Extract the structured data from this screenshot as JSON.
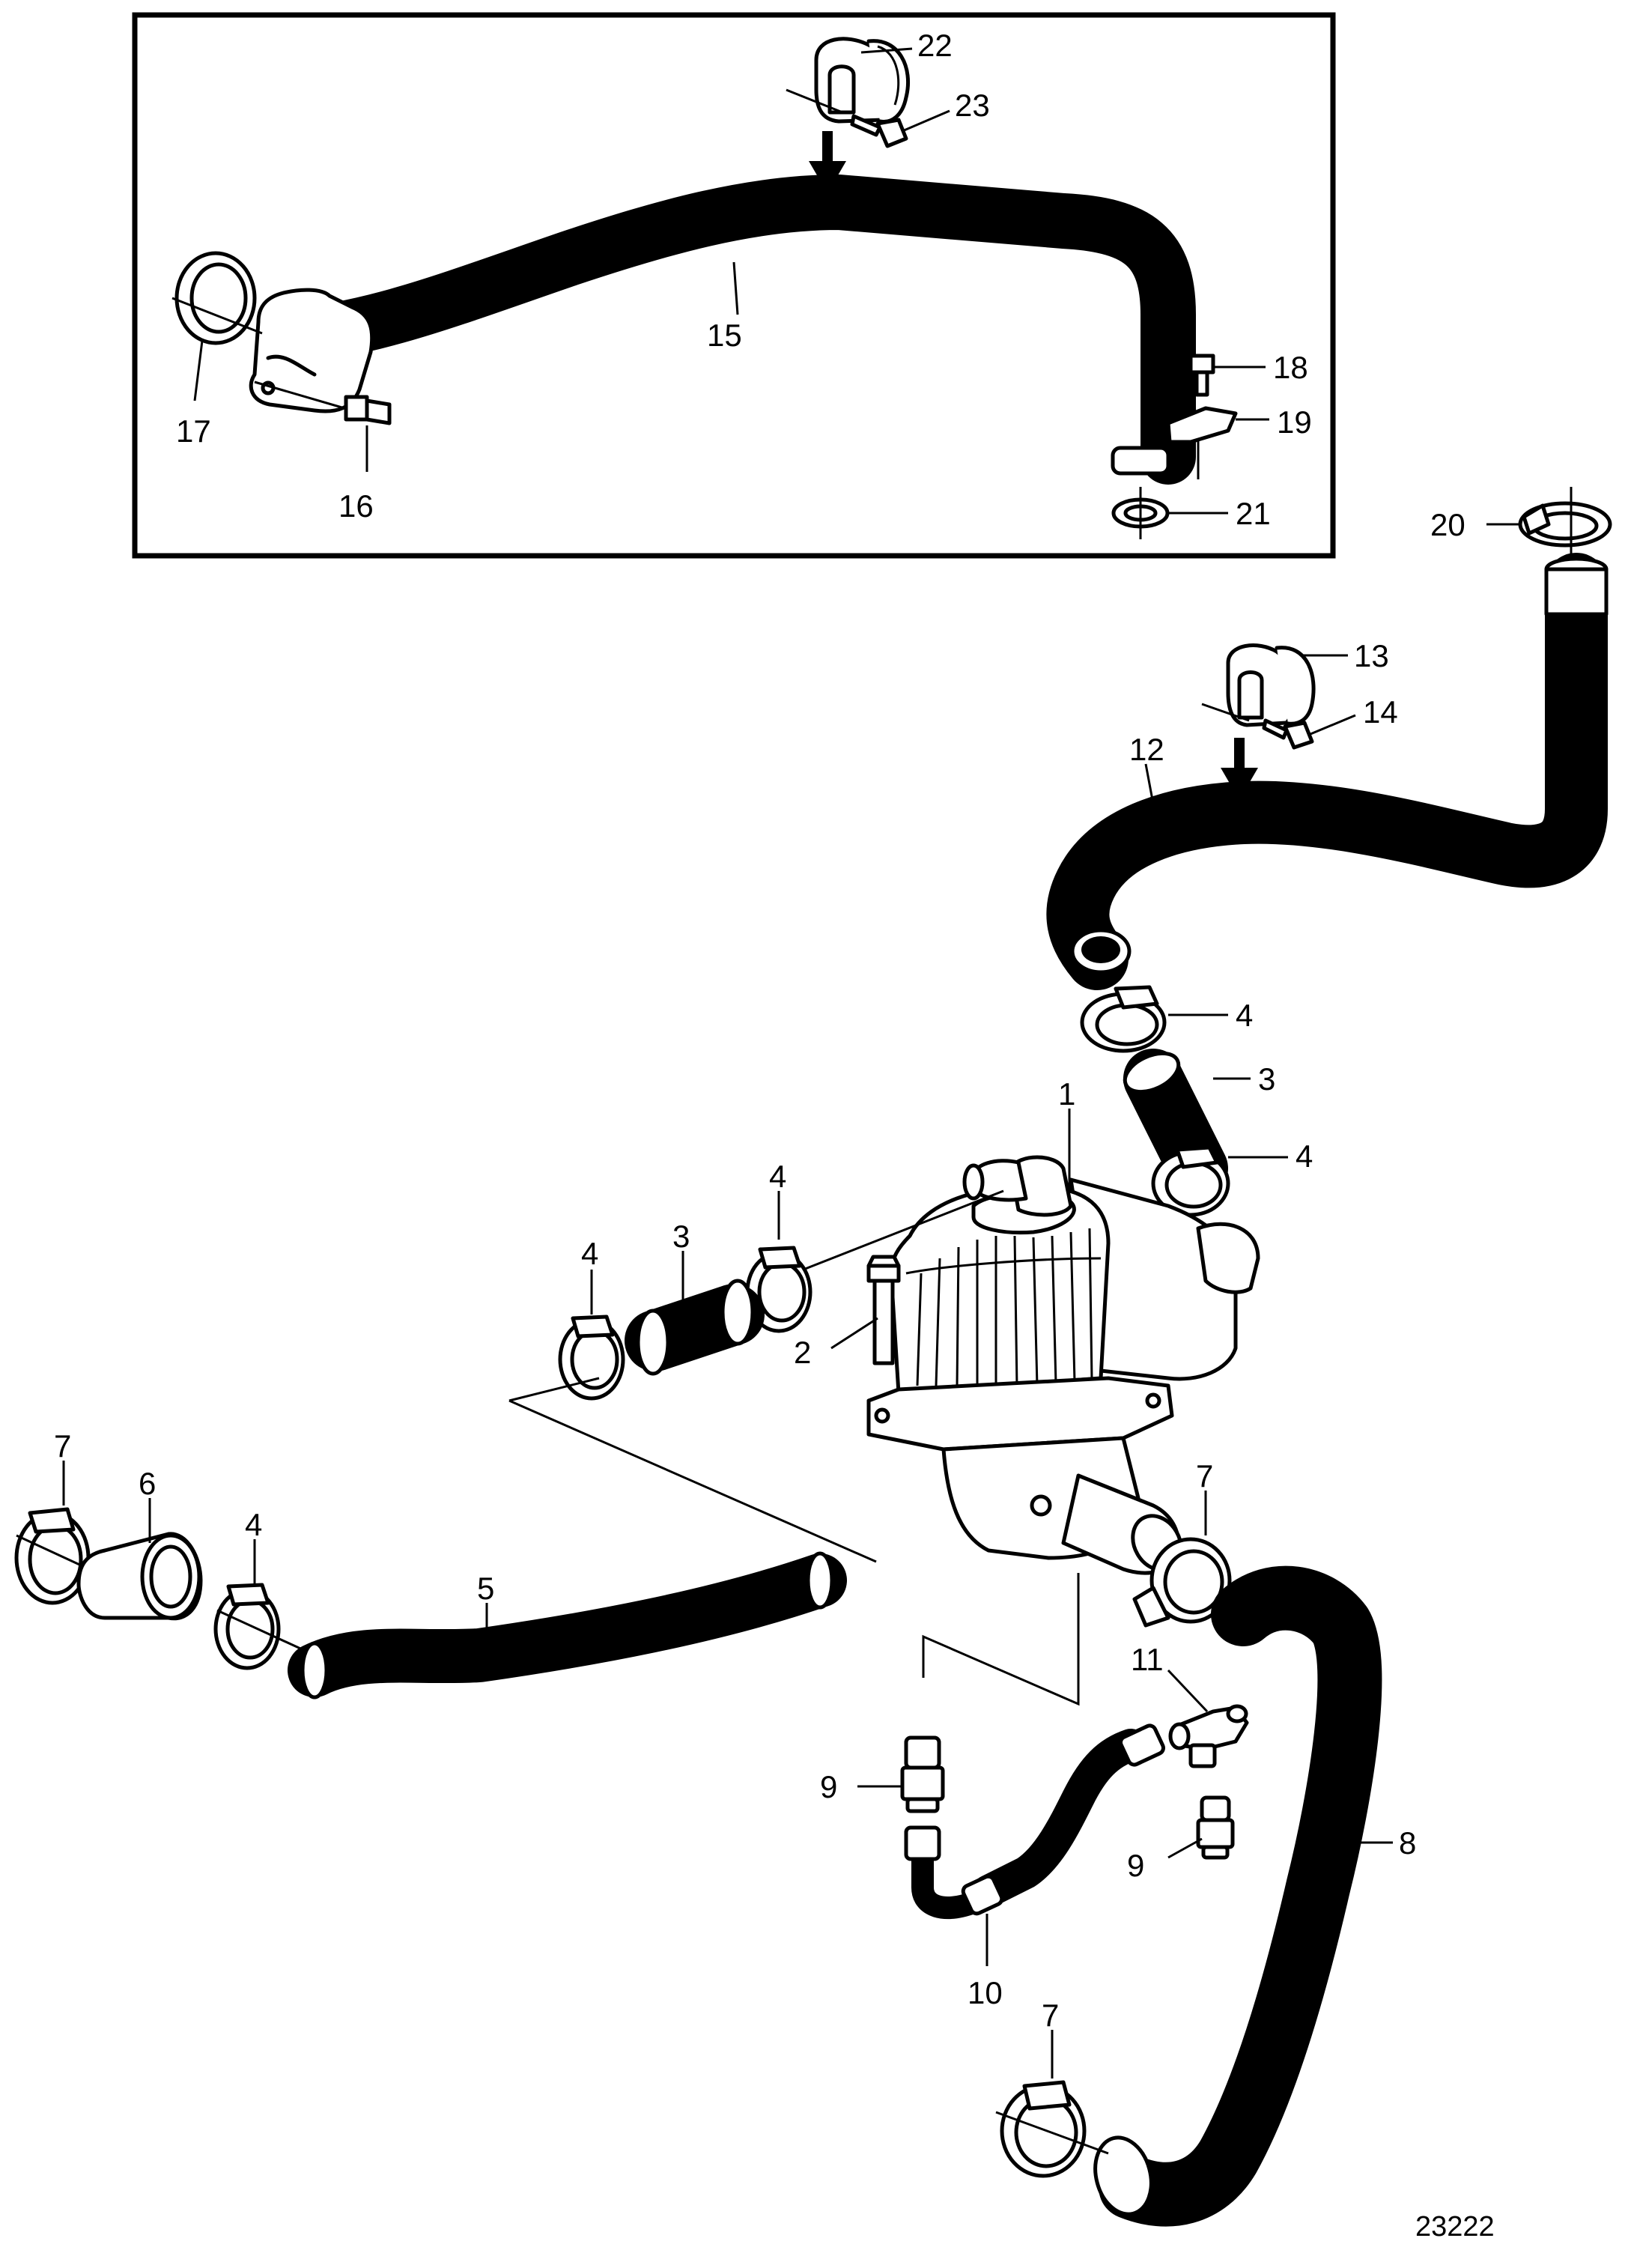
{
  "figure_number": "23222",
  "callouts": {
    "c1": "1",
    "c2": "2",
    "c3a": "3",
    "c3b": "3",
    "c4a": "4",
    "c4b": "4",
    "c4c": "4",
    "c4d": "4",
    "c4e": "4",
    "c5": "5",
    "c6": "6",
    "c7a": "7",
    "c7b": "7",
    "c7c": "7",
    "c8": "8",
    "c9a": "9",
    "c9b": "9",
    "c10": "10",
    "c11": "11",
    "c12": "12",
    "c13": "13",
    "c14": "14",
    "c15": "15",
    "c16": "16",
    "c17": "17",
    "c18": "18",
    "c19": "19",
    "c20": "20",
    "c21": "21",
    "c22": "22",
    "c23": "23"
  }
}
